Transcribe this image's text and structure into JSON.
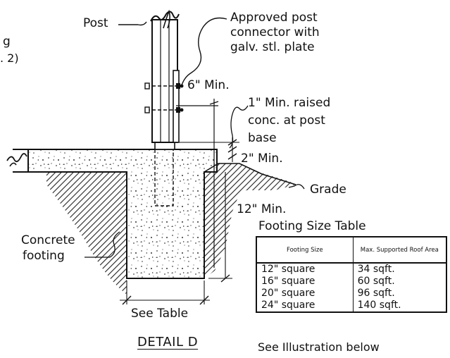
{
  "labels": {
    "partial_left_1": "g",
    "partial_left_2": ". 2)",
    "post": "Post",
    "connector_line1": "Approved post",
    "connector_line2": "connector with",
    "connector_line3": "galv. stl. plate",
    "six_min": "6\" Min.",
    "raised_line1": "1\" Min. raised",
    "raised_line2": "conc. at post",
    "raised_line3": "base",
    "two_min": "2\" Min.",
    "grade": "Grade",
    "twelve_min": "12\" Min.",
    "concrete_line1": "Concrete",
    "concrete_line2": "footing",
    "see_table": "See Table",
    "detail": "DETAIL D",
    "see_illustration": "See Illustration below"
  },
  "table": {
    "title": "Footing Size Table",
    "headers": [
      "Footing Size",
      "Max. Supported Roof Area"
    ],
    "rows": [
      [
        "12\" square",
        "34 sqft."
      ],
      [
        "16\" square",
        "60 sqft."
      ],
      [
        "20\" square",
        "96 sqft."
      ],
      [
        "24\" square",
        "140 sqft."
      ]
    ]
  }
}
